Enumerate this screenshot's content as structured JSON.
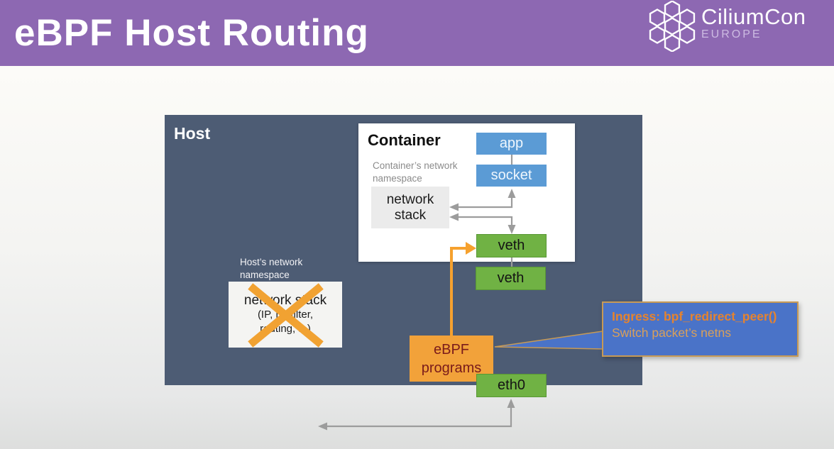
{
  "header": {
    "title": "eBPF Host Routing",
    "logo": {
      "brand": "CiliumCon",
      "subtitle": "EUROPE"
    }
  },
  "diagram": {
    "host": {
      "label": "Host",
      "namespace_label": {
        "line1": "Host’s network",
        "line2": "namespace"
      },
      "network_stack": {
        "title": "network stack",
        "detail1": "(IP, netfilter,",
        "detail2": "routing, ...)"
      }
    },
    "container": {
      "label": "Container",
      "namespace_label": {
        "line1": "Container’s network",
        "line2": "namespace"
      },
      "network_stack": {
        "line1": "network",
        "line2": "stack"
      },
      "app_label": "app",
      "socket_label": "socket",
      "veth_label": "veth"
    },
    "host_veth_label": "veth",
    "ebpf": {
      "line1": "eBPF",
      "line2": "programs"
    },
    "eth0_label": "eth0",
    "callout": {
      "line1": "Ingress: bpf_redirect_peer()",
      "line2": "Switch packet’s netns"
    }
  },
  "colors": {
    "header_purple": "#8d68b2",
    "host_panel": "#4d5c74",
    "box_blue": "#5b9bd5",
    "box_green": "#70b244",
    "box_orange": "#f2a23a",
    "ebpf_text": "#7a1b1b",
    "callout_blue": "#4a73c8",
    "callout_border": "#c79a55",
    "callout_text_bold": "#e5832f",
    "callout_text": "#d9a05a",
    "arrow_gray": "#9c9c9c",
    "arrow_orange": "#f6a12e",
    "cross_orange": "#f1a232"
  },
  "icons": {
    "brand": "cilium-honeycomb-icon"
  }
}
